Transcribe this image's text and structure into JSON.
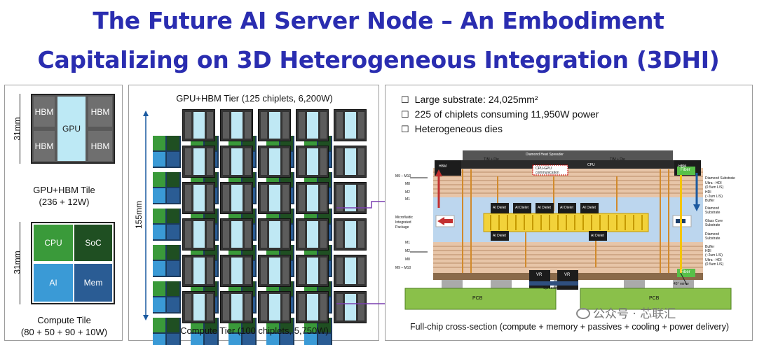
{
  "title": {
    "line1": "The Future AI Server Node – An Embodiment",
    "line2": "Capitalizing on 3D Heterogeneous Integration (3DHI)"
  },
  "left_panel": {
    "gpu_tile": {
      "dimension": "31mm",
      "hbm_label": "HBM",
      "gpu_label": "GPU",
      "caption_line1": "GPU+HBM Tile",
      "caption_line2": "(236 + 12W)"
    },
    "compute_tile": {
      "dimension": "31mm",
      "cells": {
        "cpu": "CPU",
        "soc": "SoC",
        "ai": "AI",
        "mem": "Mem"
      },
      "caption_line1": "Compute Tile",
      "caption_line2": "(80 + 50 + 90 + 10W)"
    }
  },
  "middle_panel": {
    "top_caption": "GPU+HBM Tier (125 chiplets, 6,200W)",
    "dimension": "155mm",
    "bottom_caption": "Compute Tier (100 chiplets, 5,750W)"
  },
  "right_panel": {
    "bullets": [
      "Large substrate: 24,025mm²",
      "225 of chiplets consuming 11,950W power",
      "Heterogeneous dies"
    ],
    "labels": {
      "spreader": "Diamond Heat Spreader",
      "tim_die": "TIM + Die",
      "hbm": "HBM",
      "cpu": "CPU",
      "gpu_comm": "CPU-GPU",
      "communication": "communication",
      "fiber": "Fiber",
      "m_top": "M9 – M10",
      "m8": "M8",
      "m2": "M2",
      "m1": "M1",
      "microfluidic_1": "Microfluidic",
      "microfluidic_2": "Integrated",
      "microfluidic_3": "Package",
      "m1b": "M1",
      "m2b": "M2",
      "m8b": "M8",
      "m_bot": "M9 – M10",
      "ai_dielet": "AI Dielet",
      "diamond_substrate": "Diamond Substrate",
      "ultra_hdi": "Ultra - HDI",
      "ultra_hdi_spec": "(0.5um L/S)",
      "hdi": "HDI",
      "hdi_spec": "(~2um L/S)",
      "buffer": "Buffer",
      "diamond_sub": "Diamond",
      "diamond_sub2": "Substrate",
      "glass_core": "Glass Core",
      "glass_core2": "Substrate",
      "vr": "VR",
      "spreader_bot": "Spreader",
      "pcb": "PCB",
      "mirror": "45° mirror"
    },
    "caption": "Full-chip cross-section (compute + memory + passives + cooling + power delivery)"
  },
  "watermark": "公众号 · 芯联汇",
  "colors": {
    "title": "#2a2db0",
    "hbm_gray": "#6f6f6f",
    "gpu_light_blue": "#bde9f5",
    "compute_green": "#3a9a3a",
    "compute_dark_green": "#1f4f22",
    "compute_light_blue": "#3a9ad6",
    "compute_navy": "#2a5c94",
    "arrow_purple": "#7a3fb0",
    "dim_arrow_blue": "#1a5aa0",
    "pcb_green": "#8ac04a"
  }
}
